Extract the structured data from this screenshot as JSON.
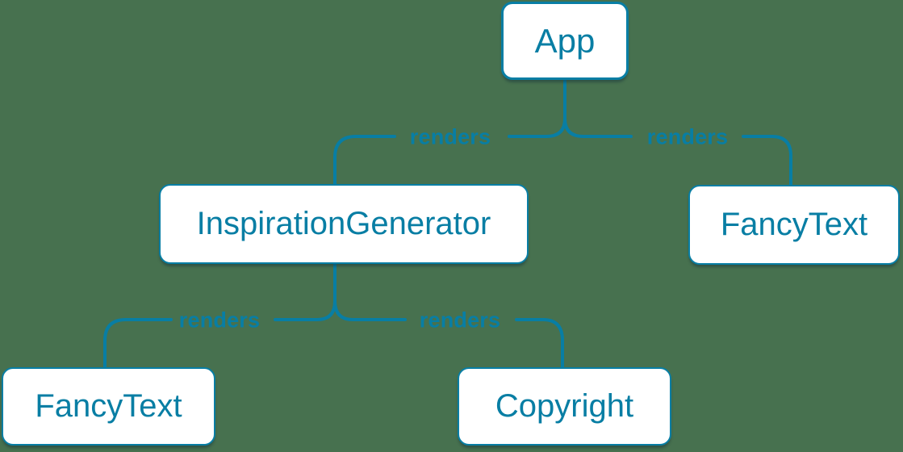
{
  "colors": {
    "background": "#47714F",
    "accent": "#087EA4",
    "node_fill": "#FFFFFF"
  },
  "diagram": {
    "type": "component-render-tree",
    "root": "App"
  },
  "tree": {
    "nodes": [
      {
        "id": "app",
        "label": "App",
        "level": 0
      },
      {
        "id": "inspiration-generator",
        "label": "InspirationGenerator",
        "level": 1
      },
      {
        "id": "fancy-text-top",
        "label": "FancyText",
        "level": 1
      },
      {
        "id": "fancy-text-bottom",
        "label": "FancyText",
        "level": 2
      },
      {
        "id": "copyright",
        "label": "Copyright",
        "level": 2
      }
    ],
    "edges": [
      {
        "from": "App",
        "to": "InspirationGenerator",
        "label": "renders"
      },
      {
        "from": "App",
        "to": "FancyText",
        "label": "renders"
      },
      {
        "from": "InspirationGenerator",
        "to": "FancyText",
        "label": "renders"
      },
      {
        "from": "InspirationGenerator",
        "to": "Copyright",
        "label": "renders"
      }
    ]
  }
}
